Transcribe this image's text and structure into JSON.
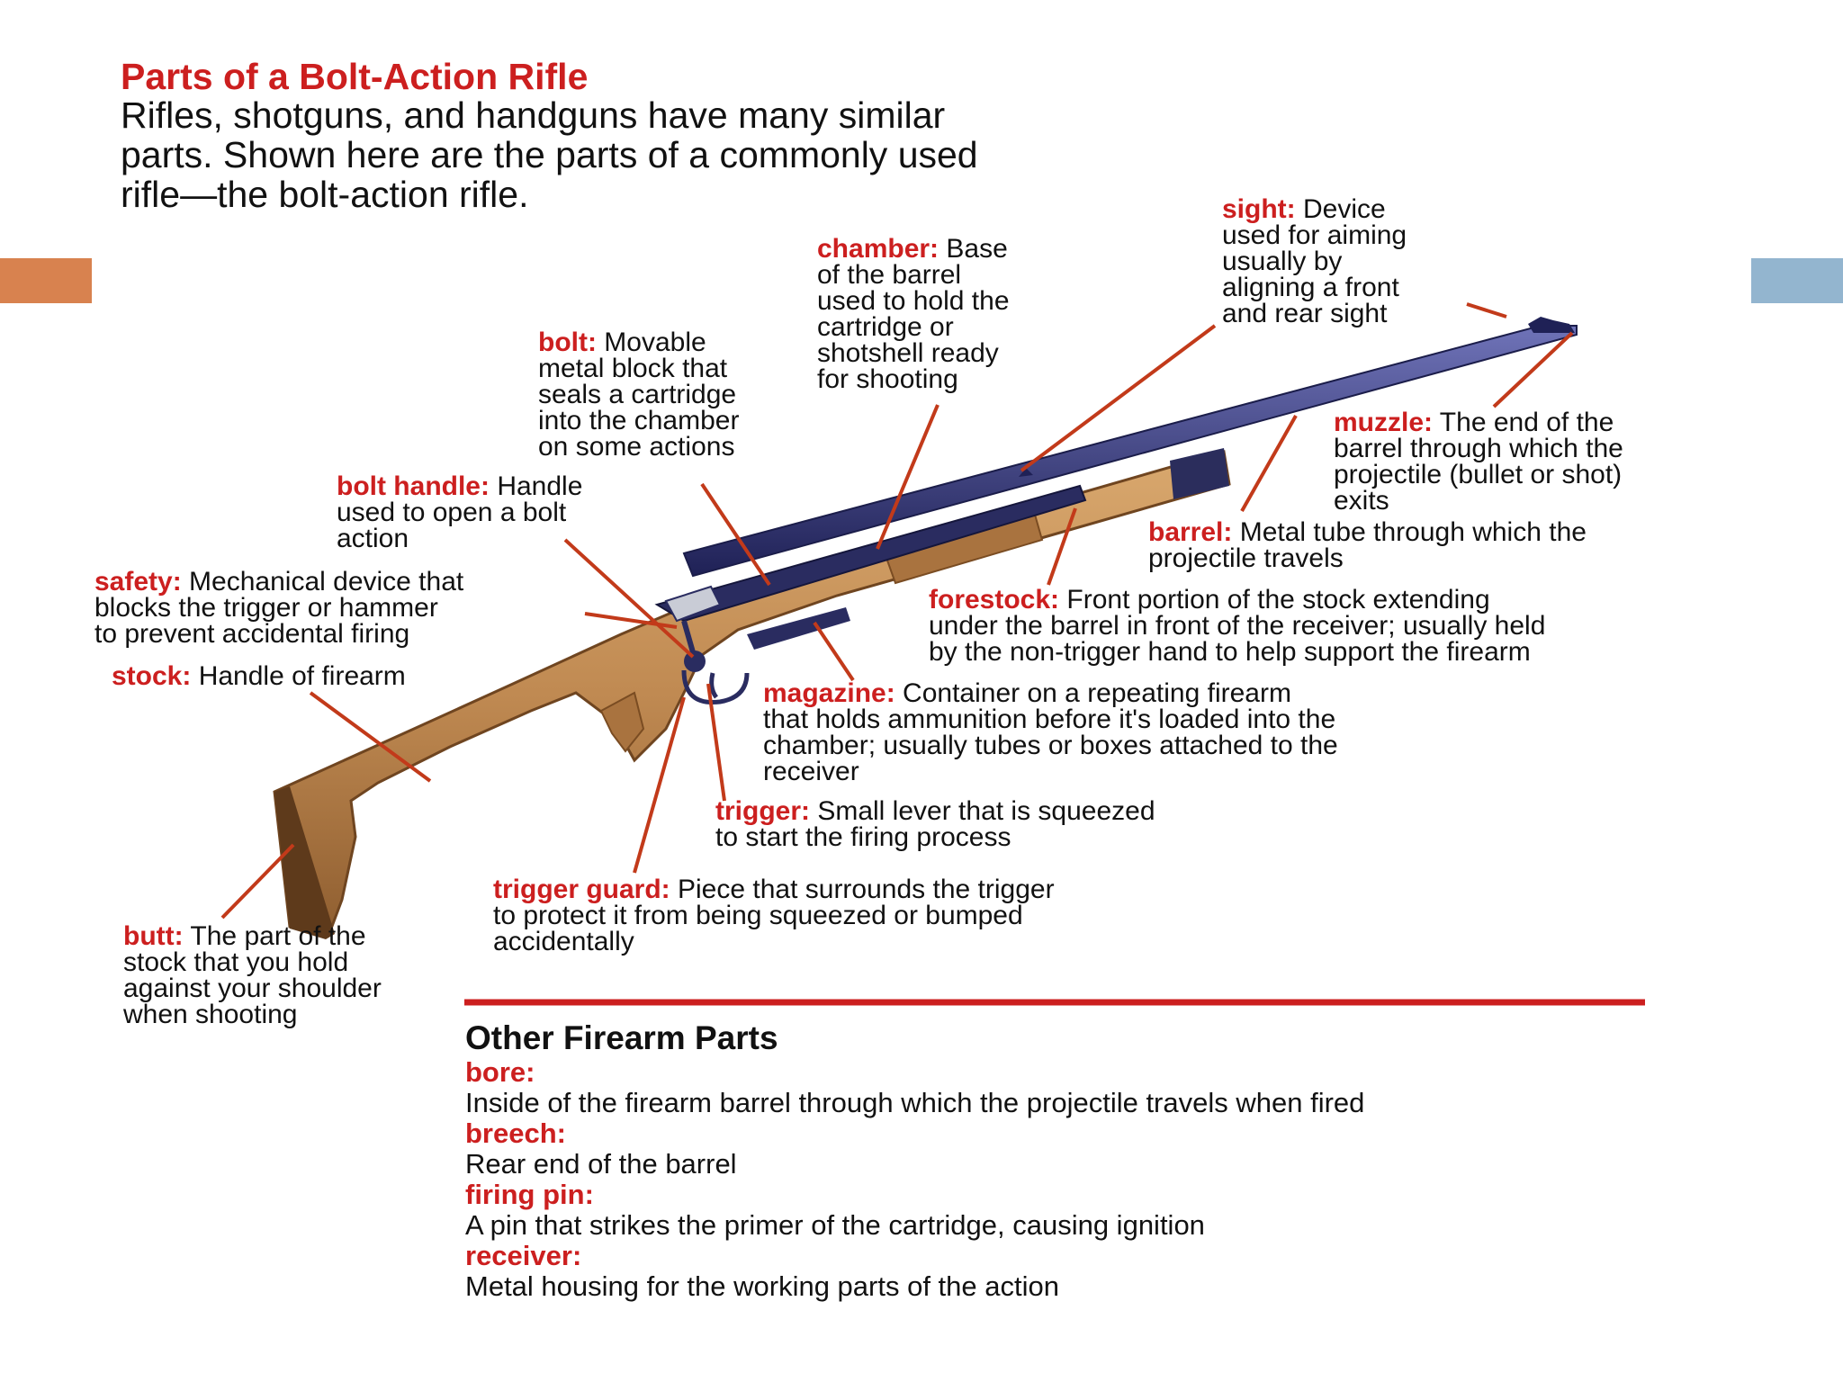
{
  "heading": "Parts of a Bolt-Action Rifle",
  "intro": [
    "Rifles, shotguns, and handguns have many similar",
    "parts. Shown here are the parts of a commonly used",
    "rifle—the bolt-action rifle."
  ],
  "colors": {
    "term": "#cc1f1f",
    "leader": "#c23a1a",
    "stock": "#c08a52",
    "metal": "#30336b",
    "left_accent": "#d8824f",
    "right_accent": "#93b5cf",
    "divider": "#cc1f1f"
  },
  "labels": {
    "sight": {
      "term": "sight:",
      "lines": [
        " Device",
        "used for aiming",
        "usually by",
        "aligning a front",
        "and rear sight"
      ]
    },
    "chamber": {
      "term": "chamber:",
      "lines": [
        " Base",
        "of the barrel",
        "used to hold the",
        "cartridge or",
        "shotshell ready",
        "for shooting"
      ]
    },
    "bolt": {
      "term": "bolt:",
      "lines": [
        " Movable",
        "metal block that",
        "seals a cartridge",
        "into the chamber",
        "on some actions"
      ]
    },
    "muzzle": {
      "term": "muzzle:",
      "lines": [
        " The end of the",
        "barrel through which the",
        "projectile (bullet or shot)",
        "exits"
      ]
    },
    "bolt_handle": {
      "term": "bolt handle:",
      "lines": [
        " Handle",
        "used to open a bolt",
        "action"
      ]
    },
    "barrel": {
      "term": "barrel:",
      "lines": [
        " Metal tube through which the",
        "projectile travels"
      ]
    },
    "safety": {
      "term": "safety:",
      "lines": [
        " Mechanical device that",
        "blocks the trigger or hammer",
        "to prevent accidental firing"
      ]
    },
    "forestock": {
      "term": "forestock:",
      "lines": [
        " Front portion of the stock extending",
        "under the barrel in front of the receiver; usually held",
        "by the non-trigger hand to help support the firearm"
      ]
    },
    "stock": {
      "term": "stock:",
      "lines": [
        " Handle of firearm"
      ]
    },
    "magazine": {
      "term": "magazine:",
      "lines": [
        " Container on a repeating firearm",
        "that holds ammunition before it's loaded into the",
        "chamber; usually tubes or boxes attached to the",
        "receiver"
      ]
    },
    "trigger": {
      "term": "trigger:",
      "lines": [
        " Small lever that is squeezed",
        "to start the firing process"
      ]
    },
    "trigger_guard": {
      "term": "trigger guard:",
      "lines": [
        " Piece that surrounds the trigger",
        "to protect it from being squeezed or bumped",
        "accidentally"
      ]
    },
    "butt": {
      "term": "butt:",
      "lines": [
        " The part of the",
        "stock that you hold",
        "against your shoulder",
        "when shooting"
      ]
    }
  },
  "other_parts": {
    "title": "Other Firearm Parts",
    "items": [
      {
        "term": "bore:",
        "definition": "Inside of the firearm barrel through which the projectile travels when fired"
      },
      {
        "term": "breech:",
        "definition": "Rear end of the barrel"
      },
      {
        "term": "firing pin:",
        "definition": "A pin that strikes the primer of the cartridge, causing ignition"
      },
      {
        "term": "receiver:",
        "definition": "Metal housing for the working parts of the action"
      }
    ]
  }
}
